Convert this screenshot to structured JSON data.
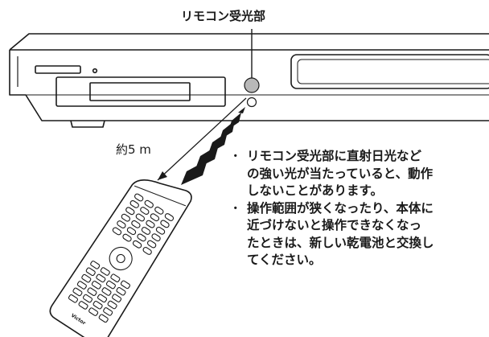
{
  "diagram": {
    "sensor_label": "リモコン受光部",
    "distance_label": "約5 m",
    "remote_brand": "Victor"
  },
  "notes": [
    {
      "lines": [
        "リモコン受光部に直射日光など",
        "の強い光が当たっていると、動作",
        "しないことがあります。"
      ]
    },
    {
      "lines": [
        "操作範囲が狭くなったり、本体に",
        "近づけないと操作できなくなっ",
        "たときは、新しい乾電池と交換し",
        "てください。"
      ]
    }
  ]
}
